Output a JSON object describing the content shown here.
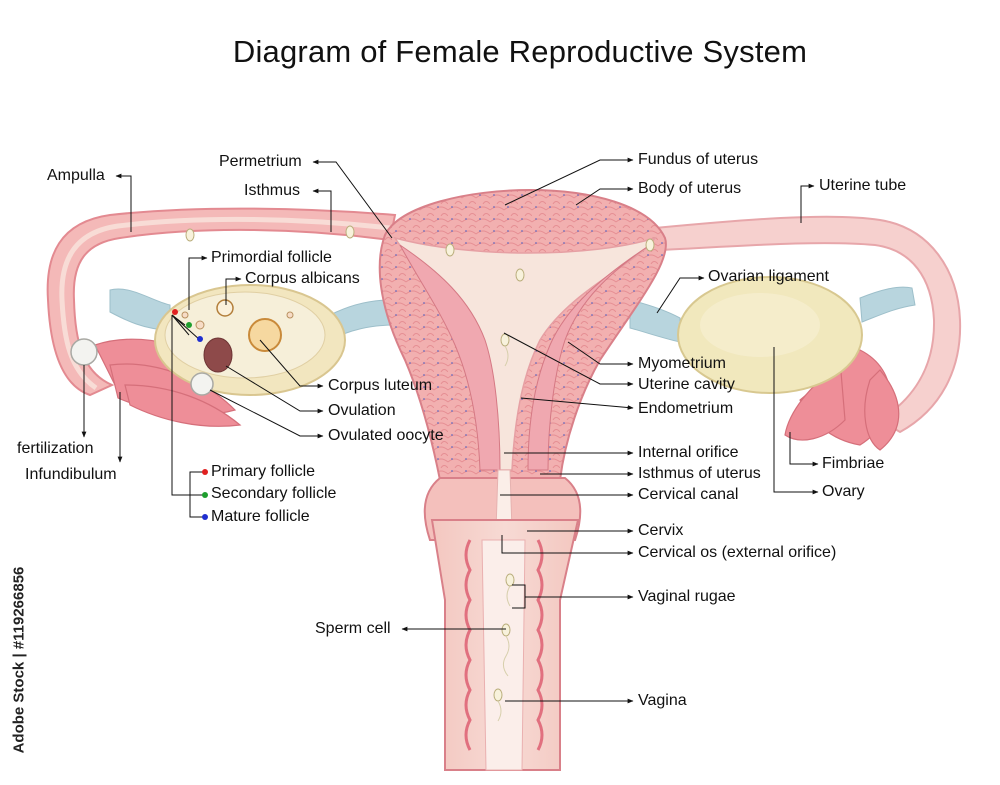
{
  "title": "Diagram of Female Reproductive System",
  "labels": {
    "ampulla": "Ampulla",
    "permetrium": "Permetrium",
    "isthmus": "Isthmus",
    "fundus": "Fundus of uterus",
    "body_uterus": "Body of uterus",
    "uterine_tube": "Uterine tube",
    "primordial": "Primordial follicle",
    "corpus_albicans": "Corpus albicans",
    "ovarian_ligament": "Ovarian ligament",
    "myometrium": "Myometrium",
    "uterine_cavity": "Uterine cavity",
    "corpus_luteum": "Corpus luteum",
    "ovulation": "Ovulation",
    "endometrium": "Endometrium",
    "ovulated_oocyte": "Ovulated oocyte",
    "fertilization": "fertilization",
    "internal_orifice": "Internal orifice",
    "fimbriae": "Fimbriae",
    "infundibulum": "Infundibulum",
    "isthmus_uterus": "Isthmus of uterus",
    "primary_follicle": "Primary follicle",
    "cervical_canal": "Cervical canal",
    "ovary": "Ovary",
    "secondary_follicle": "Secondary follicle",
    "mature_follicle": "Mature follicle",
    "cervix": "Cervix",
    "cervical_os": "Cervical os (external orifice)",
    "vaginal_rugae": "Vaginal rugae",
    "sperm_cell": "Sperm cell",
    "vagina": "Vagina"
  },
  "watermark": "Adobe Stock | #119266856",
  "colors": {
    "tissue": "#f2a9ab",
    "tissue_dark": "#e47f86",
    "tissue_light": "#f7d4cf",
    "ovary": "#f3e9bf",
    "ligament": "#b9d6df",
    "follicle_red": "#e02020",
    "follicle_green": "#1e9e2e",
    "follicle_blue": "#1f2fd0"
  }
}
